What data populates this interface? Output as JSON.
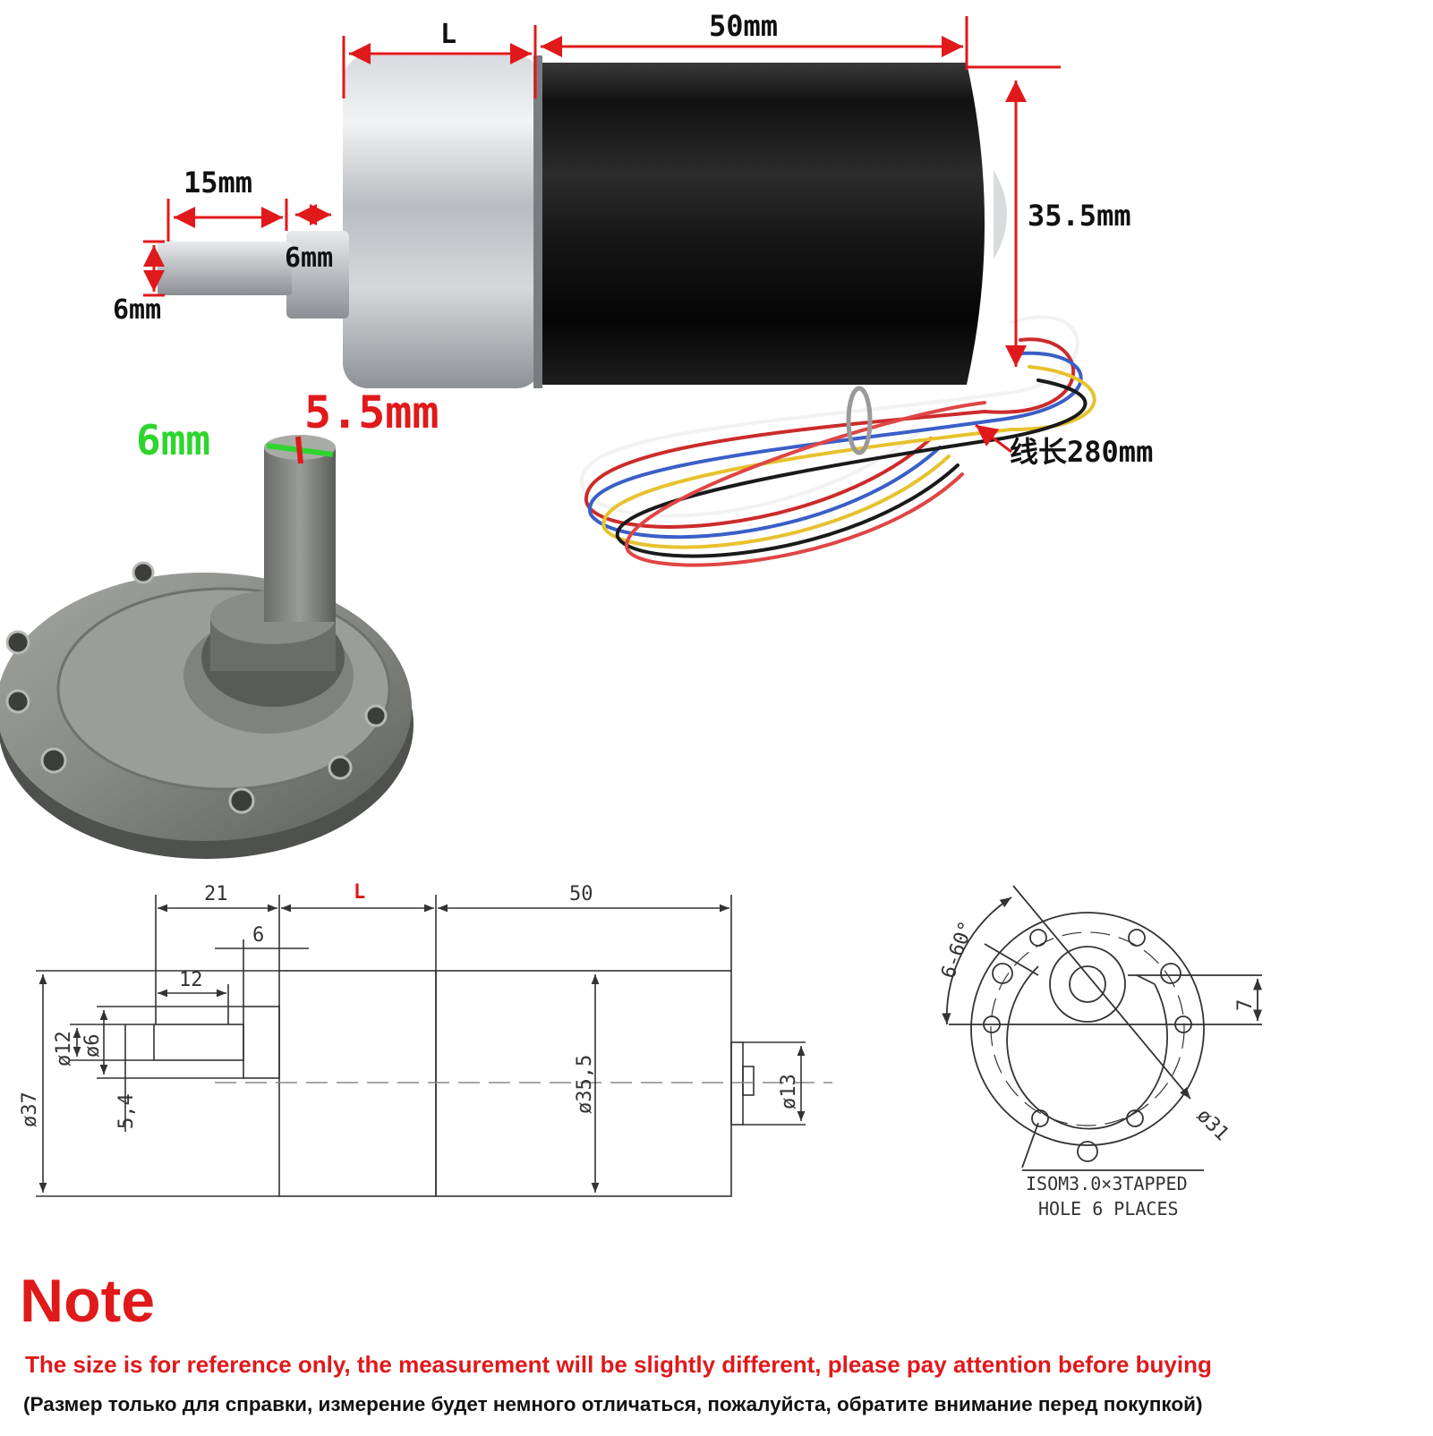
{
  "photo_labels": {
    "length_gear": "L",
    "length_motor": "50mm",
    "diameter_motor": "35.5mm",
    "shaft_length": "15mm",
    "shaft_boss": "6mm",
    "shaft_diameter": "6mm",
    "flat_width": "6mm",
    "flat_depth": "5.5mm",
    "wire_length": "线长280mm"
  },
  "drawing_side": {
    "dim_21": "21",
    "dim_L": "L",
    "dim_50": "50",
    "dim_6": "6",
    "dim_12": "12",
    "dim_phi12": "ø12",
    "dim_phi6": "ø6",
    "dim_phi37": "ø37",
    "dim_5_4": "5,4",
    "dim_phi35_5": "ø35,5",
    "dim_phi13": "ø13"
  },
  "drawing_front": {
    "angle": "6-60°",
    "dim_7": "7",
    "dim_phi31": "ø31",
    "hole_note_1": "ISOM3.0×3TAPPED",
    "hole_note_2": "HOLE 6 PLACES"
  },
  "note": {
    "title": "Note",
    "english": "The size is for reference only, the measurement will be slightly different, please pay attention before buying",
    "russian": "(Размер только для справки, измерение будет немного отличаться, пожалуйста, обратите внимание перед покупкой)"
  },
  "colors": {
    "dimension_red": "#e0191b",
    "flat_green": "#2fd52f",
    "motor_black": "#1c1c1c",
    "gearbox_silver": "#c9ccd0",
    "flange_gray": "#8d8f8b"
  }
}
